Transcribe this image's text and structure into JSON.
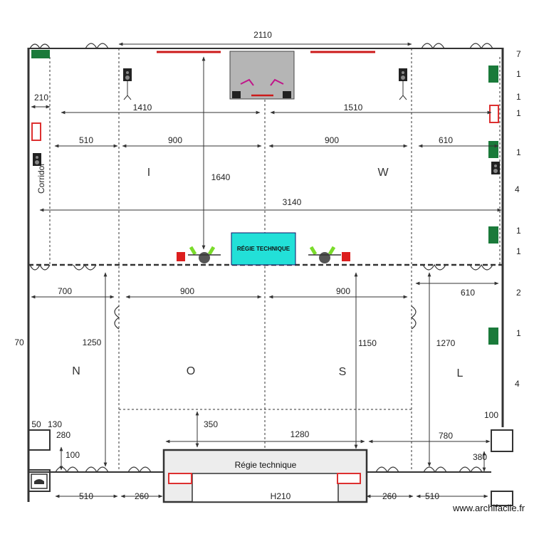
{
  "plan": {
    "dimensions": {
      "top_width": "2110",
      "left_corridor": "210",
      "stage_left": "1410",
      "stage_right": "1510",
      "upper_left_510": "510",
      "upper_900_a": "900",
      "upper_900_b": "900",
      "upper_right_610": "610",
      "stage_depth": "1640",
      "total_width": "3140",
      "lower_700": "700",
      "lower_900_a": "900",
      "lower_900_b": "900",
      "lower_right_610": "610",
      "depth_1250": "1250",
      "depth_1150": "1150",
      "depth_1270": "1270",
      "gap_350": "350",
      "regie_width": "1280",
      "right_780": "780",
      "right_100": "100",
      "right_380": "380",
      "left_50": "50",
      "left_130": "130",
      "left_280": "280",
      "left_100": "100",
      "bottom_510_a": "510",
      "bottom_260_a": "260",
      "bottom_h210": "H210",
      "bottom_260_b": "260",
      "bottom_510_b": "510",
      "edge_left_70": "70"
    },
    "right_edge_numbers": [
      "7",
      "1",
      "1",
      "1",
      "1",
      "4",
      "1",
      "1",
      "2",
      "1",
      "4"
    ],
    "rooms": {
      "I": "I",
      "W": "W",
      "N": "N",
      "O": "O",
      "S": "S",
      "L": "L"
    },
    "corridor_label": "Corridor",
    "regie_technique_top": "RÉGIE TECHNIQUE",
    "regie_technique_bottom": "Régie technique",
    "watermark": "www.archifacile.fr",
    "colors": {
      "regie_box": "#22e0d8",
      "red_bar": "#cc1a1a",
      "exit_sign": "#1a7a3a",
      "light_green": "#7adc2a",
      "red_equipment": "#dd1e1e",
      "stage_box": "#b5b5b5"
    }
  }
}
